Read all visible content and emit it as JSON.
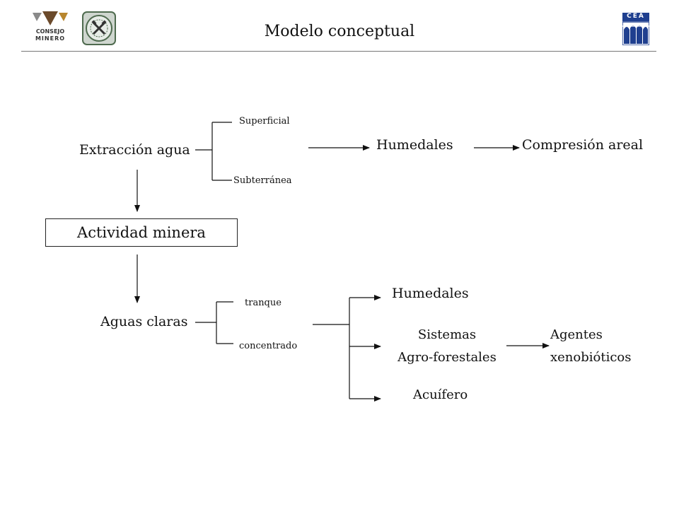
{
  "header": {
    "title": "Modelo conceptual",
    "logos": {
      "left": {
        "line1": "CONSEJO",
        "line2": "MINERO",
        "icon": "triangle-logo-icon"
      },
      "middle": {
        "icon": "seal-emblem-icon"
      },
      "right": {
        "text": "CEA",
        "icon": "cea-logo-icon"
      }
    }
  },
  "diagram": {
    "extraccion": "Extracción agua",
    "superficial": "Superficial",
    "subterranea": "Subterránea",
    "humedales_top": "Humedales",
    "compresion": "Compresión areal",
    "actividad": "Actividad minera",
    "aguas": "Aguas claras",
    "tranque": "tranque",
    "concentrado": "concentrado",
    "humedales_bottom": "Humedales",
    "sistemas_line1": "Sistemas",
    "sistemas_line2": "Agro-forestales",
    "agentes_line1": "Agentes",
    "agentes_line2": "xenobióticos",
    "acuifero": "Acuífero"
  },
  "colors": {
    "logo_brown": "#6b4a2b",
    "logo_gold": "#b8862e",
    "logo_grey": "#8a8a8a",
    "seal_green": "#4f6b4f",
    "cea_blue": "#1f3f8f"
  }
}
